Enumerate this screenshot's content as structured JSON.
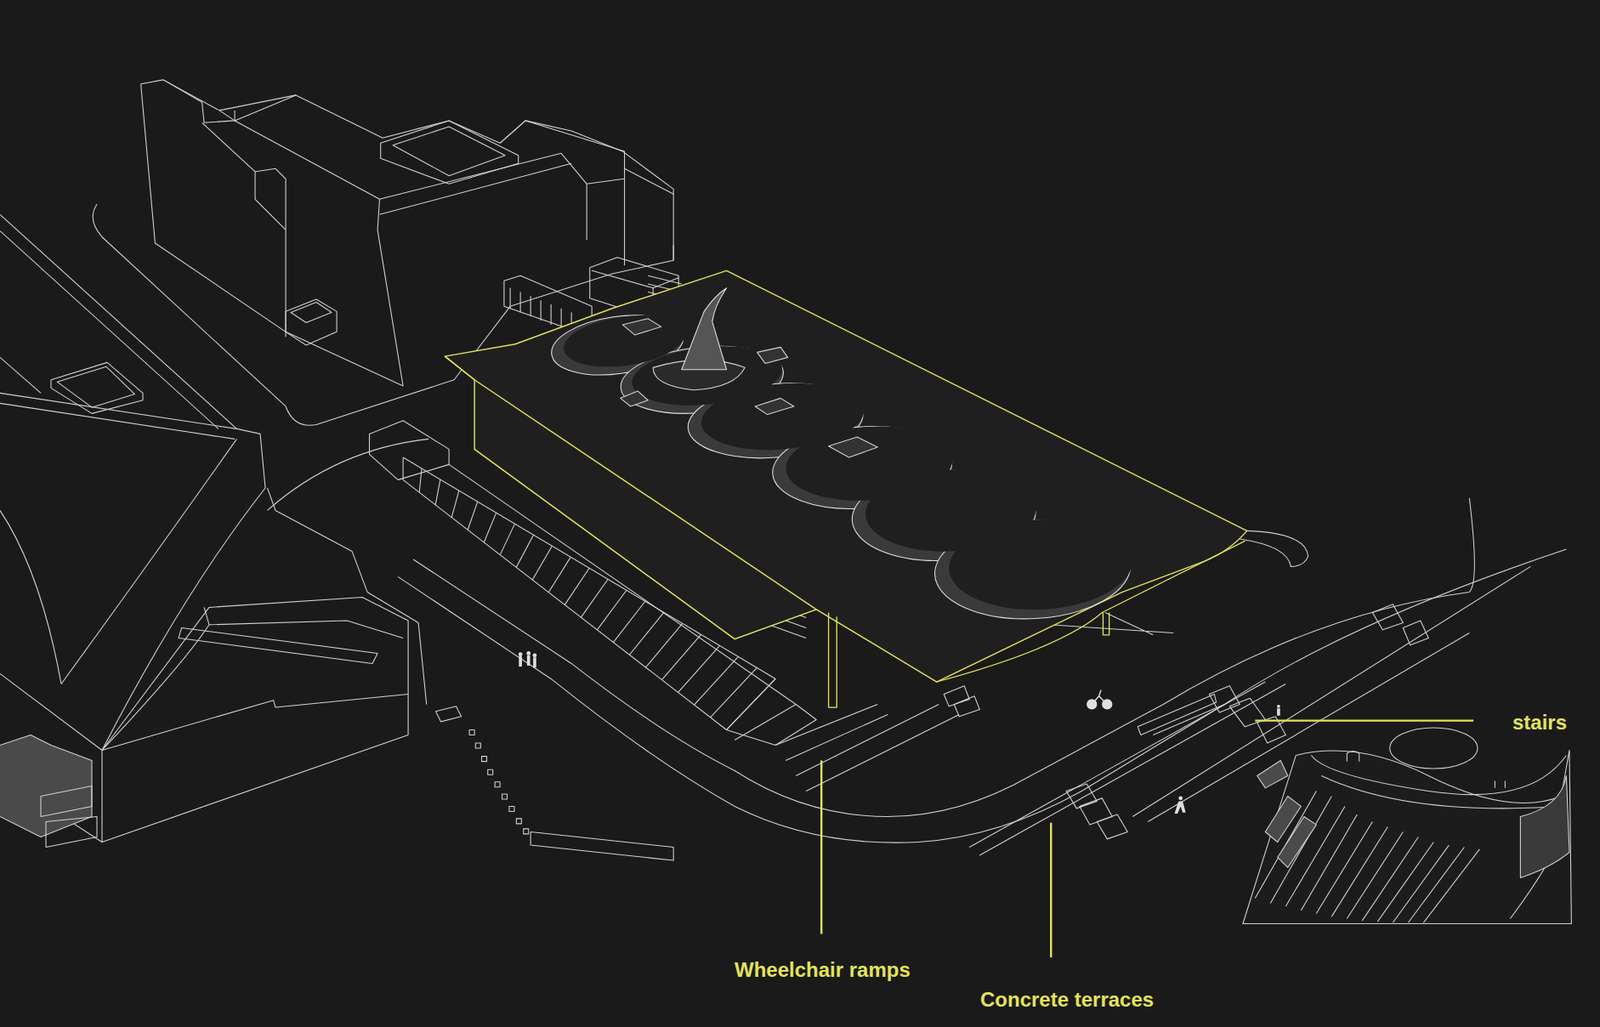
{
  "diagram": {
    "labels": [
      "stairs",
      "Wheelchair ramps",
      "Concrete terraces"
    ]
  }
}
